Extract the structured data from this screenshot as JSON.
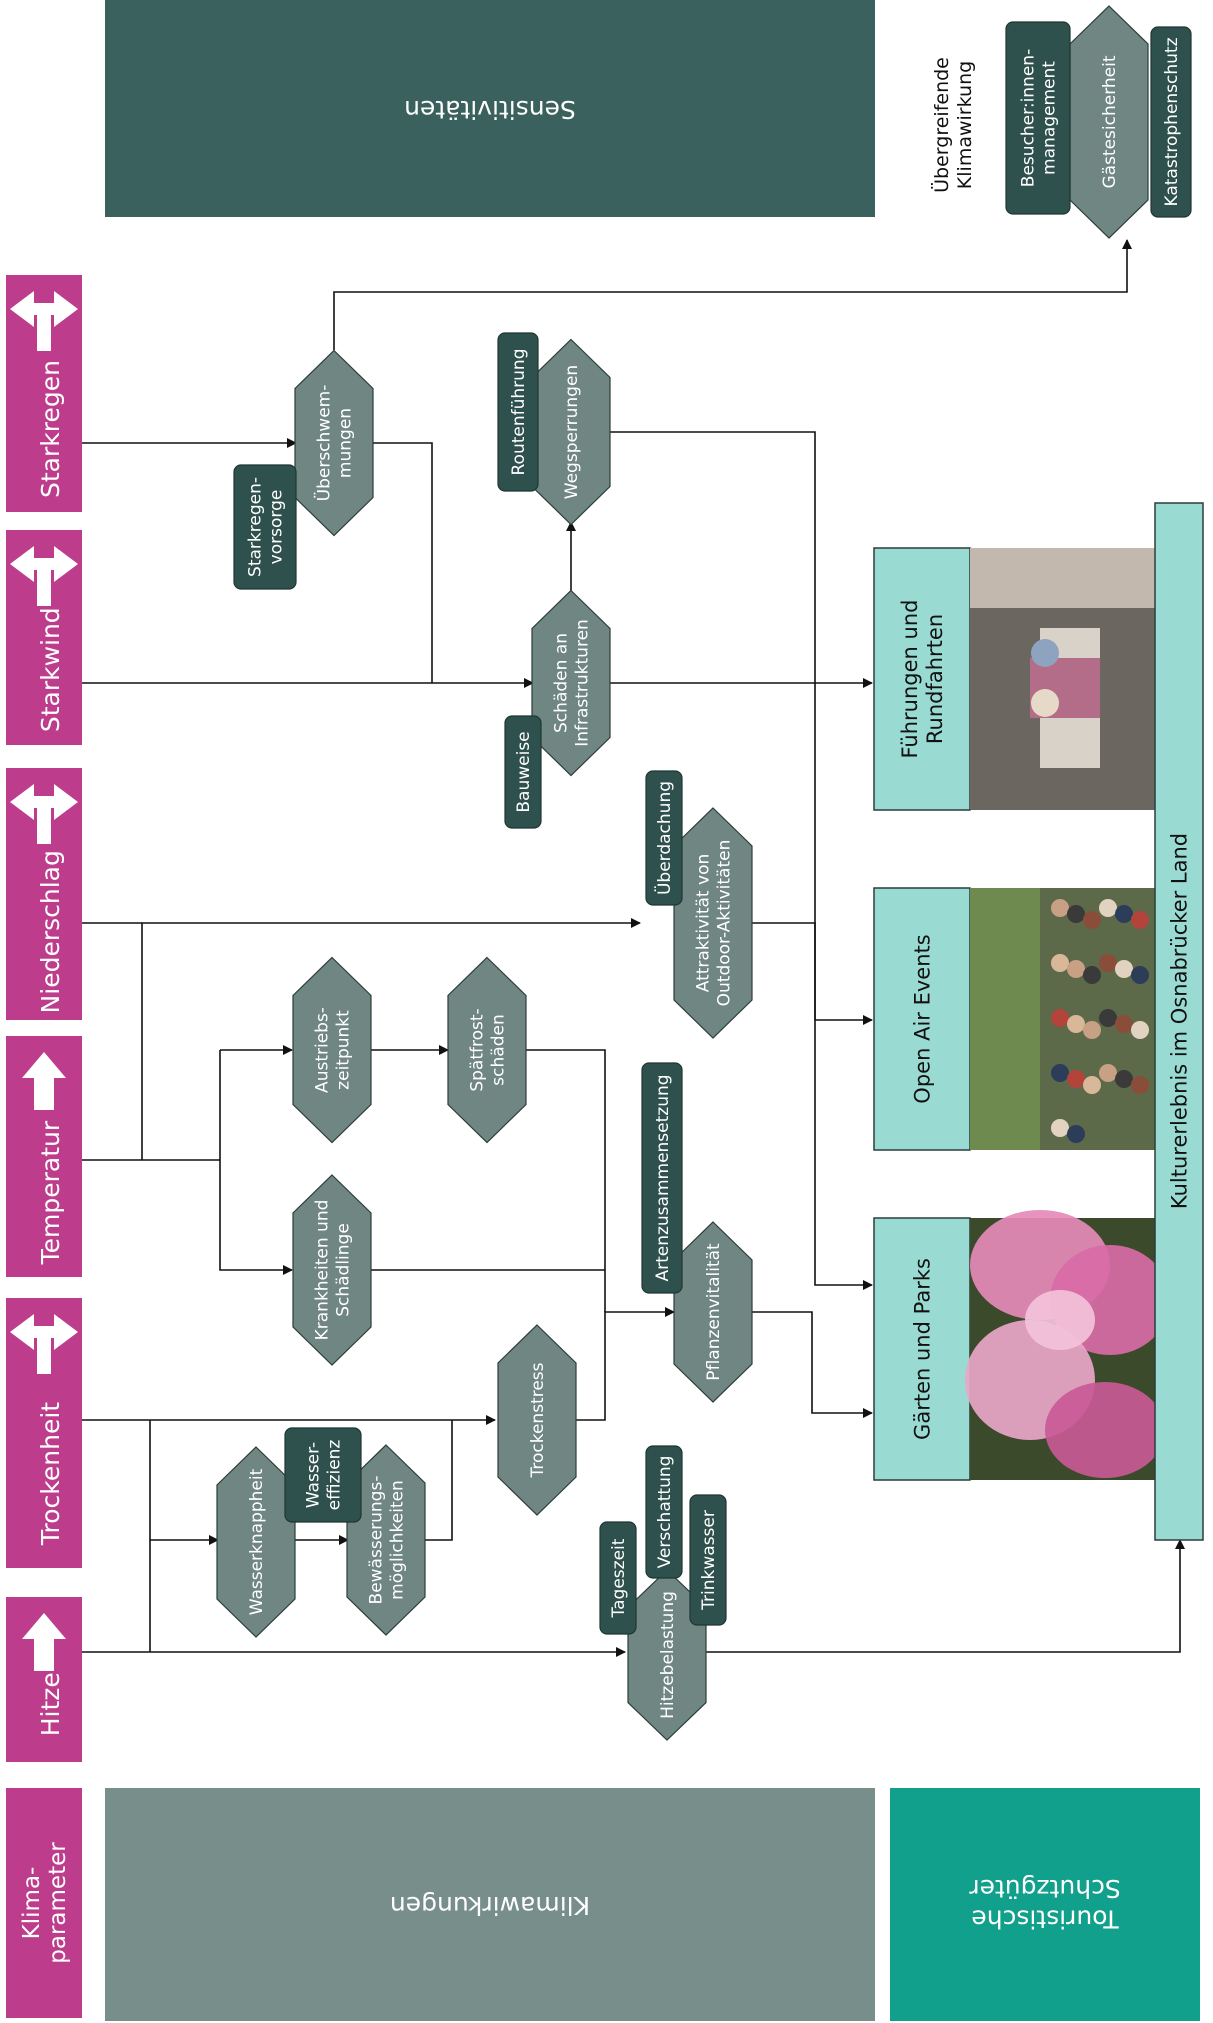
{
  "colors": {
    "magenta": "#bd3d8c",
    "dark_teal": "#3a615d",
    "gray_teal": "#788e8a",
    "node": "#6f8682",
    "dark_node": "#2f514d",
    "light_teal": "#99dbd2",
    "teal": "#11a08b"
  },
  "klima_header": "Klima-\nparameter",
  "bands": {
    "sensitivitaeten": "Sensitivitäten",
    "klimawirkungen": "Klimawirkungen",
    "schutzgueter": "Touristische\nSchutzgüter"
  },
  "parameters": [
    {
      "label": "Hitze",
      "arrow": "up-arrow-icon"
    },
    {
      "label": "Trockenheit",
      "arrow": "up-down-arrow-icon"
    },
    {
      "label": "Temperatur",
      "arrow": "up-arrow-icon"
    },
    {
      "label": "Niederschlag",
      "arrow": "up-down-arrow-icon"
    },
    {
      "label": "Starkwind",
      "arrow": "up-down-arrow-icon"
    },
    {
      "label": "Starkregen",
      "arrow": "up-down-arrow-icon"
    }
  ],
  "impacts": {
    "hitzebelastung": "Hitzebelastung",
    "wasserknappheit": "Wasserknappheit",
    "bewaesserung": "Bewässerungs-\nmöglichkeiten",
    "trockenstress": "Trockenstress",
    "krankheiten": "Krankheiten und\nSchädlinge",
    "austriebs": "Austriebs-\nzeitpunkt",
    "spaetfrost": "Spätfrost-\nschäden",
    "pflanzenvitalitaet": "Pflanzenvitalität",
    "attraktivitaet": "Attraktivität von\nOutdoor-Aktivitäten",
    "schaeden": "Schäden an\nInfrastrukturen",
    "wegsperrungen": "Wegsperrungen",
    "ueberschwemmungen": "Überschwem-\nmungen",
    "gaestesicherheit": "Gästesicherheit"
  },
  "sensitivities": {
    "tageszeit": "Tageszeit",
    "verschattung": "Verschattung",
    "trinkwasser": "Trinkwasser",
    "wassereffizienz": "Wasser-\neffizienz",
    "artenzusammensetzung": "Artenzusammensetzung",
    "ueberdachung": "Überdachung",
    "bauweise": "Bauweise",
    "routenfuehrung": "Routenführung",
    "starkregenvorsorge": "Starkregen-\nvorsorge",
    "besucher": "Besucher:innen-\nmanagement",
    "katastrophenschutz": "Katastrophenschutz"
  },
  "uebergreifend": "Übergreifende\nKlimawirkung",
  "goods": {
    "gaerten": "Gärten und Parks",
    "openair": "Open Air Events",
    "fuehrungen": "Führungen und\nRundfahrten",
    "kulturerlebnis": "Kulturerlebnis im Osnabrücker Land"
  },
  "photos": [
    "flower-photo",
    "crowd-photo",
    "couple-photo"
  ]
}
